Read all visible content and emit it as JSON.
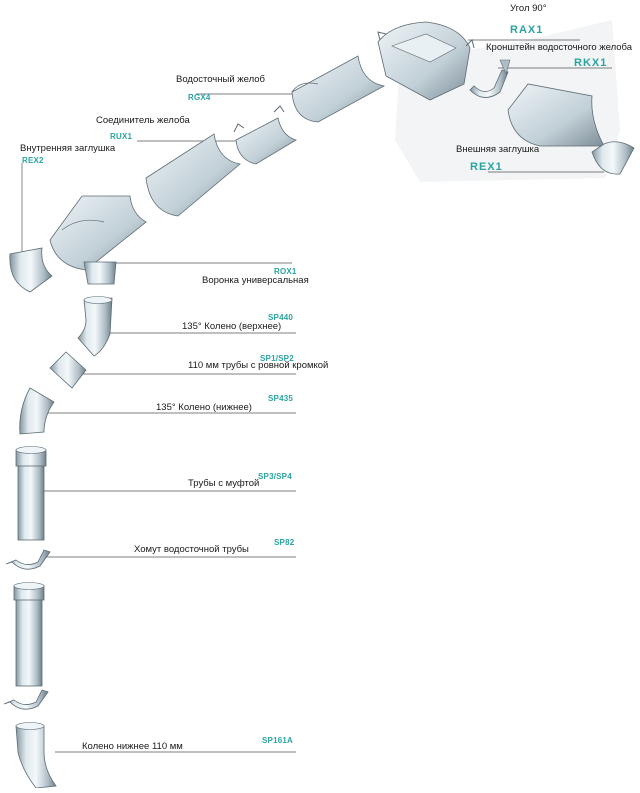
{
  "parts": [
    {
      "id": "rax1",
      "label": "Угол 90°",
      "code": "RAX1"
    },
    {
      "id": "rkx1",
      "label": "Кронштейн водосточного желоба",
      "code": "RKX1"
    },
    {
      "id": "rgx4",
      "label": "Водосточный желоб",
      "code": "RGX4"
    },
    {
      "id": "rex1",
      "label": "Внешняя заглушка",
      "code": "REX1"
    },
    {
      "id": "rux1",
      "label": "Соединитель желоба",
      "code": "RUX1"
    },
    {
      "id": "rex2",
      "label": "Внутренняя заглушка",
      "code": "REX2"
    },
    {
      "id": "rox1",
      "label": "Воронка универсальная",
      "code": "ROX1"
    },
    {
      "id": "sp440",
      "label": "135° Колено (верхнее)",
      "code": "SP440"
    },
    {
      "id": "sp1sp2",
      "label": "110 мм трубы с ровной кромкой",
      "code": "SP1/SP2"
    },
    {
      "id": "sp435",
      "label": "135° Колено (нижнее)",
      "code": "SP435"
    },
    {
      "id": "sp3sp4",
      "label": "Трубы с муфтой",
      "code": "SP3/SP4"
    },
    {
      "id": "sp82",
      "label": "Хомут водосточной трубы",
      "code": "SP82"
    },
    {
      "id": "sp161a",
      "label": "Колено нижнее 110 мм",
      "code": "SP161A"
    }
  ],
  "colors": {
    "metal_light": "#e6eff3",
    "metal_mid": "#bccbd3",
    "metal_dark": "#5c6b74",
    "code_teal": "#2aa3a3",
    "line": "#555555"
  }
}
